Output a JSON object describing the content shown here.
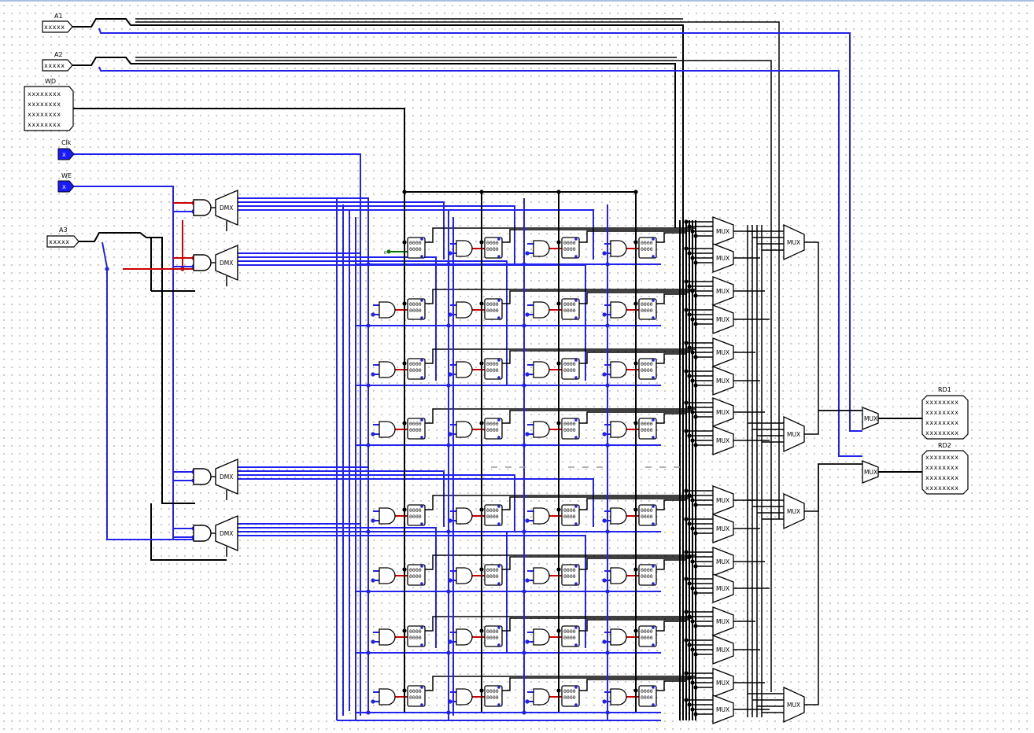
{
  "inputs": {
    "a1": {
      "label": "A1",
      "value": "xxxxx"
    },
    "a2": {
      "label": "A2",
      "value": "xxxxx"
    },
    "wd": {
      "label": "WD",
      "rows": [
        "xxxxxxxx",
        "xxxxxxxx",
        "xxxxxxxx",
        "xxxxxxxx"
      ]
    },
    "clk": {
      "label": "Clk",
      "value": "x"
    },
    "we": {
      "label": "WE",
      "value": "x"
    },
    "a3": {
      "label": "A3",
      "value": "xxxxx"
    }
  },
  "outputs": {
    "rd1": {
      "label": "RD1",
      "rows": [
        "xxxxxxxx",
        "xxxxxxxx",
        "xxxxxxxx",
        "xxxxxxxx"
      ]
    },
    "rd2": {
      "label": "RD2",
      "rows": [
        "xxxxxxxx",
        "xxxxxxxx",
        "xxxxxxxx",
        "xxxxxxxx"
      ]
    }
  },
  "labels": {
    "dmx": "DMX",
    "mux": "MUX",
    "register": "0000",
    "constant": "0"
  },
  "colors": {
    "wire_bus": "#000000",
    "wire_unknown": "#2222ee",
    "wire_error": "#cc0000",
    "wire_zero": "#007700",
    "pin_fill": "#1a1aff"
  }
}
